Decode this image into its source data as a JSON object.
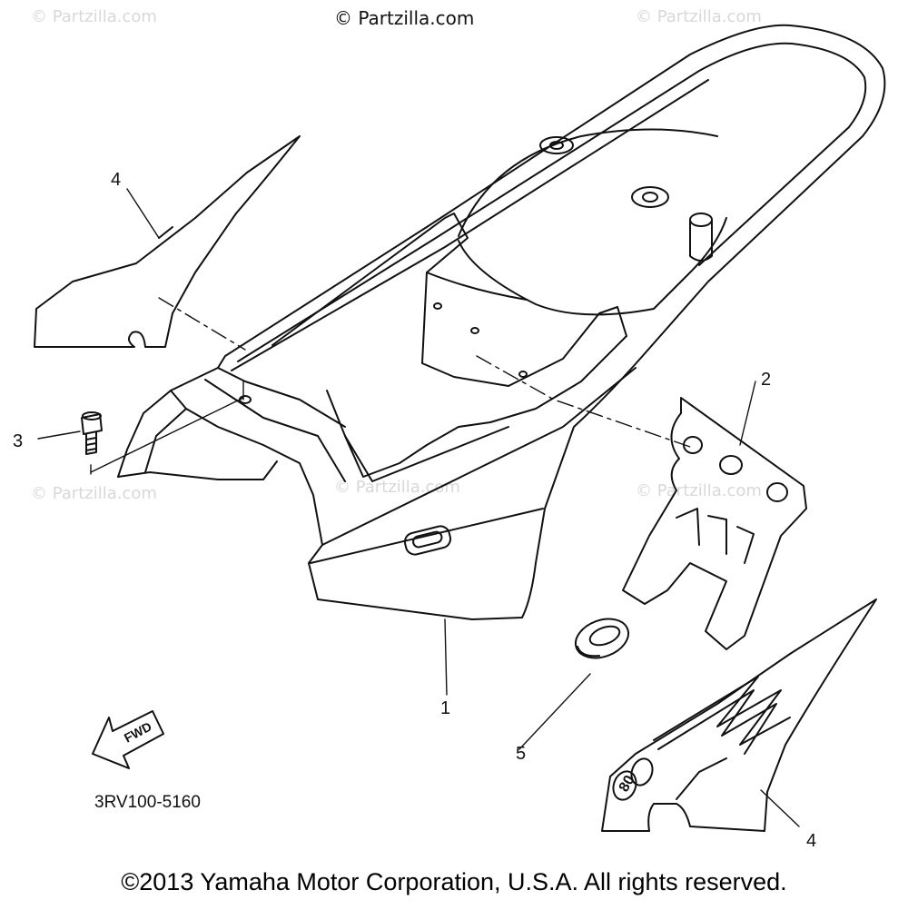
{
  "watermarks": {
    "main": "© Partzilla.com",
    "faded": "© Partzilla.com"
  },
  "callouts": {
    "part_1": "1",
    "part_2": "2",
    "part_3": "3",
    "part_4_upper": "4",
    "part_4_lower": "4",
    "part_5": "5"
  },
  "direction_arrow_text": "FWD",
  "decal_text": "80",
  "diagram_code": "3RV100-5160",
  "copyright": "©2013 Yamaha Motor Corporation, U.S.A. All rights reserved.",
  "colors": {
    "line": "#111111",
    "watermark": "#d8d8d8",
    "background": "#ffffff"
  }
}
